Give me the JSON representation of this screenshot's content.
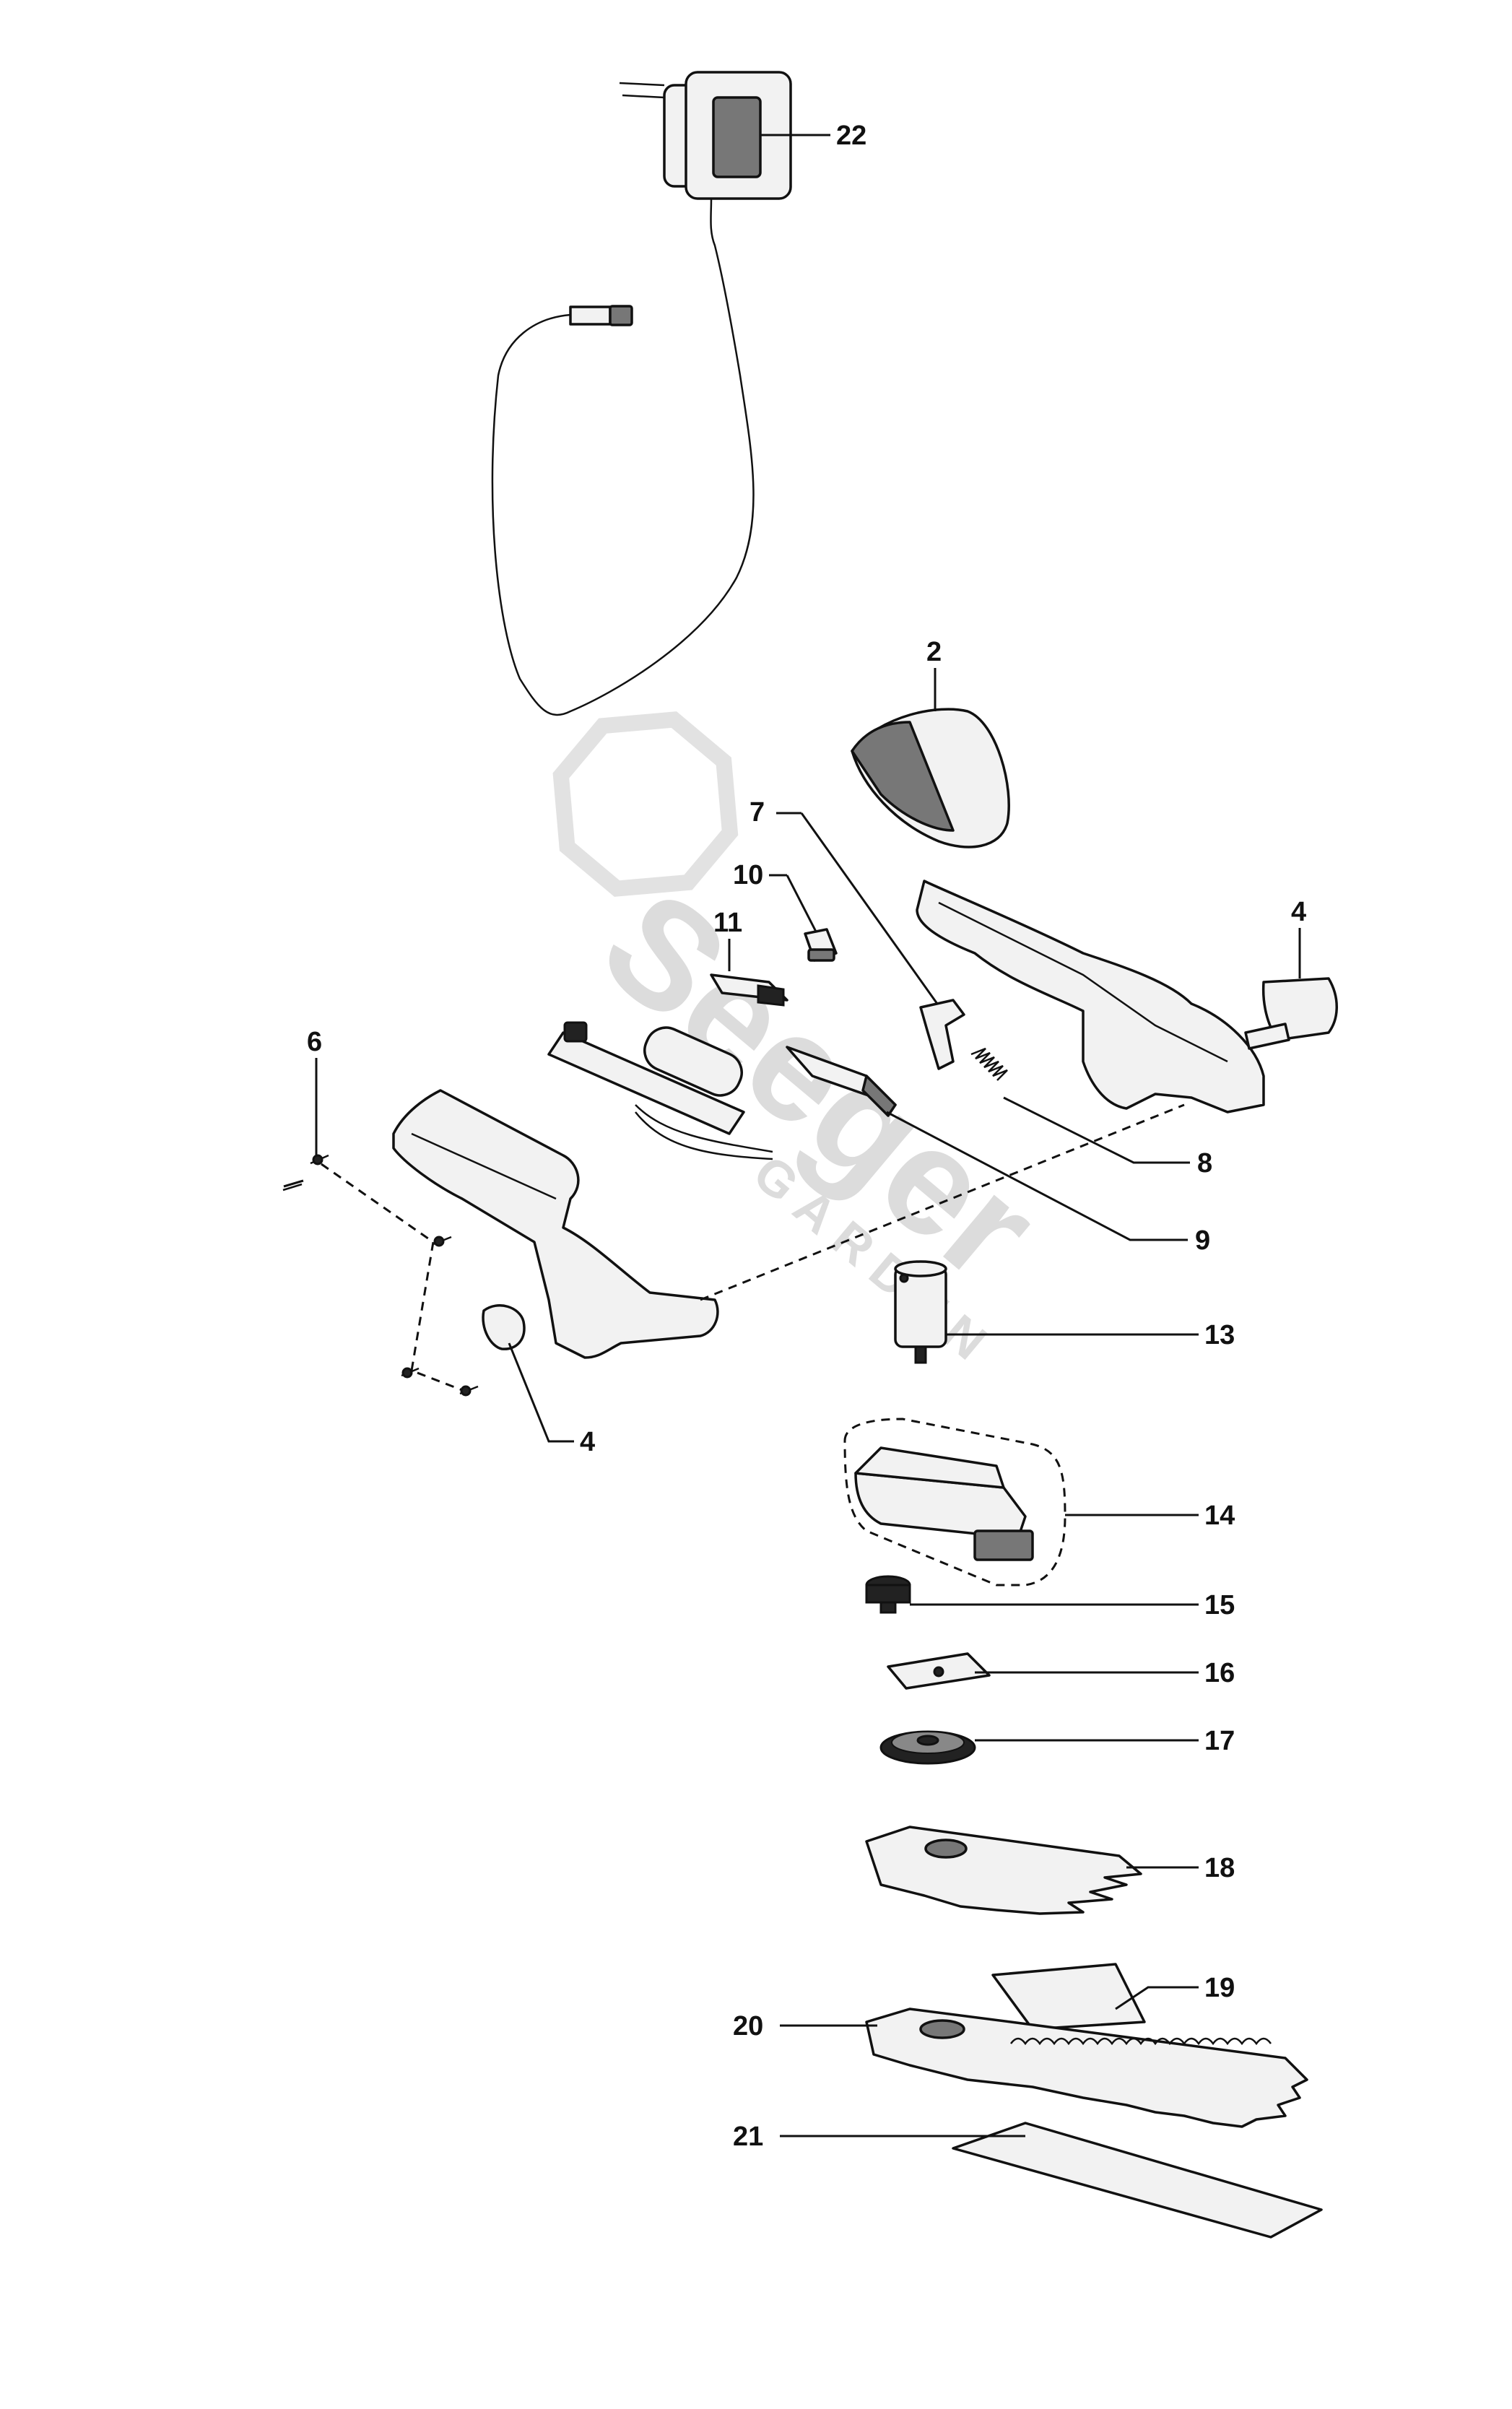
{
  "watermark": {
    "brand": "Seeger",
    "sub": "GARDEN"
  },
  "callouts": {
    "c22": "22",
    "c2": "2",
    "c7": "7",
    "c10": "10",
    "c11": "11",
    "c4a": "4",
    "c6": "6",
    "c8": "8",
    "c9": "9",
    "c4b": "4",
    "c13": "13",
    "c14": "14",
    "c15": "15",
    "c16": "16",
    "c17": "17",
    "c18": "18",
    "c19": "19",
    "c20": "20",
    "c21": "21"
  },
  "parts": [
    {
      "id": "22",
      "name": "charger-adapter"
    },
    {
      "id": "2",
      "name": "battery-cover"
    },
    {
      "id": "4",
      "name": "handle-end-cap"
    },
    {
      "id": "6",
      "name": "screw"
    },
    {
      "id": "7",
      "name": "switch-lever"
    },
    {
      "id": "8",
      "name": "spring"
    },
    {
      "id": "9",
      "name": "slide-switch"
    },
    {
      "id": "10",
      "name": "small-cap"
    },
    {
      "id": "11",
      "name": "switch-contact"
    },
    {
      "id": "13",
      "name": "motor"
    },
    {
      "id": "14",
      "name": "gearbox-housing"
    },
    {
      "id": "15",
      "name": "pinion-gear"
    },
    {
      "id": "16",
      "name": "shim-plate"
    },
    {
      "id": "17",
      "name": "gear-wheel"
    },
    {
      "id": "18",
      "name": "grass-blade"
    },
    {
      "id": "19",
      "name": "grass-blade-cover"
    },
    {
      "id": "20",
      "name": "hedge-blade"
    },
    {
      "id": "21",
      "name": "hedge-blade-cover"
    }
  ]
}
